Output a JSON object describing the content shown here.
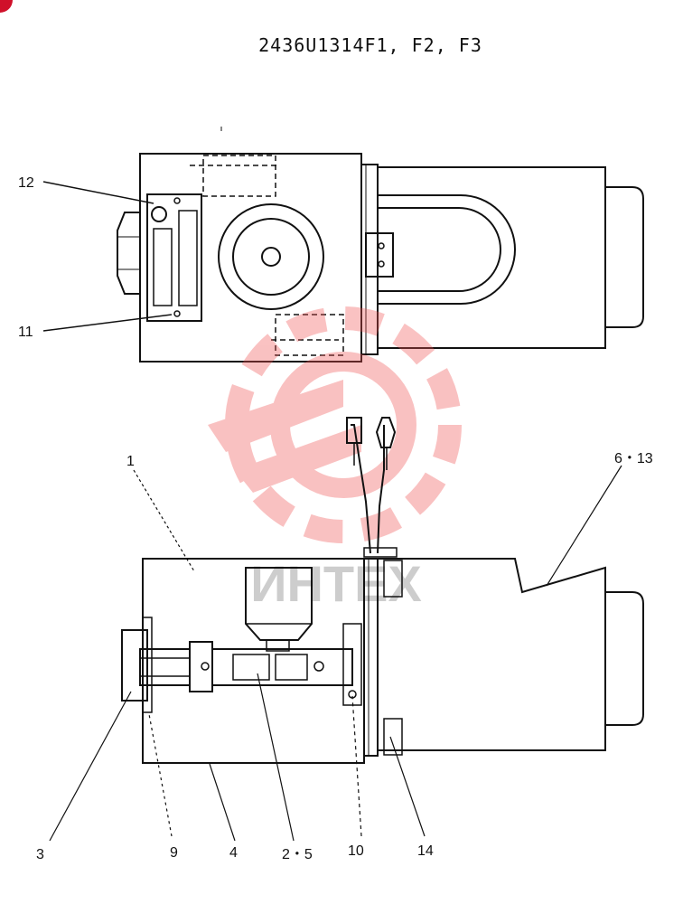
{
  "title": "2436U1314F1, F2, F3",
  "callouts": {
    "c12": "12",
    "c11": "11",
    "c1": "1",
    "c6_13": "6・13",
    "c3": "3",
    "c9": "9",
    "c4": "4",
    "c2_5": "2・5",
    "c10": "10",
    "c14": "14"
  },
  "watermark": {
    "text": "ИНТЕХ",
    "color": "#f05050"
  },
  "corner_badge_color": "#d0102a",
  "line_color": "#111111"
}
